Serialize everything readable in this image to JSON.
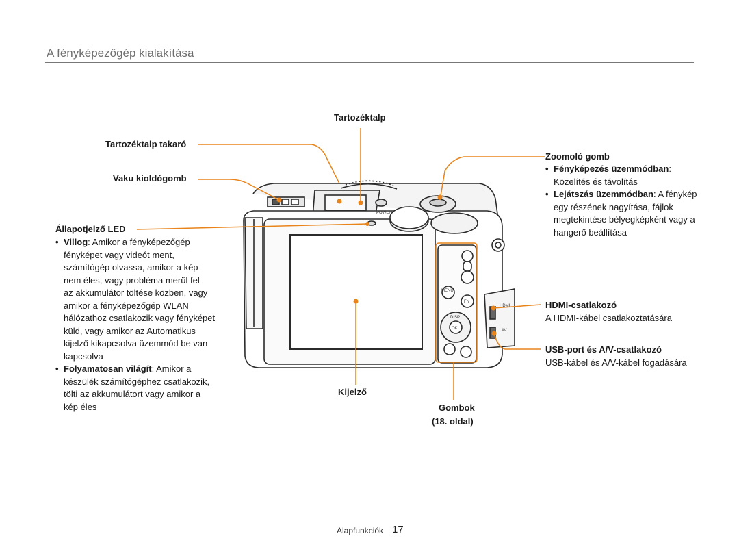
{
  "header": {
    "title": "A fényképezőgép kialakítása"
  },
  "labels": {
    "accessory_shoe": "Tartozéktalp",
    "shoe_cover": "Tartozéktalp takaró",
    "flash_release": "Vaku kioldógomb",
    "status_led": "Állapotjelző LED",
    "display": "Kijelző",
    "buttons": "Gombok",
    "buttons_page": "(18. oldal)",
    "zoom": "Zoomoló gomb",
    "hdmi": "HDMI-csatlakozó",
    "usb": "USB-port és A/V-csatlakozó"
  },
  "led_desc": {
    "b1_head": "Villog",
    "b1_lines": [
      ": Amikor a fényképezőgép",
      "fényképet vagy videót ment,",
      "számítógép olvassa, amikor a kép",
      "nem éles, vagy probléma merül fel",
      "az akkumulátor töltése közben, vagy",
      "amikor a fényképezőgép WLAN",
      "hálózathoz csatlakozik vagy fényképet",
      "küld, vagy amikor az Automatikus",
      "kijelző kikapcsolva üzemmód be van",
      "kapcsolva"
    ],
    "b2_head": "Folyamatosan világít",
    "b2_lines": [
      ": Amikor a",
      "készülék számítógéphez csatlakozik,",
      "tölti az akkumulátort vagy amikor a",
      "kép éles"
    ]
  },
  "zoom_desc": {
    "b1_head": "Fényképezés üzemmódban",
    "b1_tail": ":",
    "b1_line2": "Közelítés és távolítás",
    "b2_head": "Lejátszás üzemmódban",
    "b2_tail": ": A fénykép",
    "b2_lines": [
      "egy részének nagyítása, fájlok",
      "megtekintése bélyegképként vagy a",
      "hangerő beállítása"
    ]
  },
  "hdmi_desc": "A HDMI-kábel csatlakoztatására",
  "usb_desc": "USB-kábel és A/V-kábel fogadására",
  "camera_text": {
    "power": "POWER",
    "menu": "MENU",
    "fn": "Fn",
    "ok": "OK",
    "disp": "DISP",
    "hdmi_port": "HDMI",
    "av_port": "AV"
  },
  "footer": {
    "section": "Alapfunkciók",
    "page": "17"
  },
  "colors": {
    "accent": "#e8841a",
    "body_line": "#333333"
  }
}
